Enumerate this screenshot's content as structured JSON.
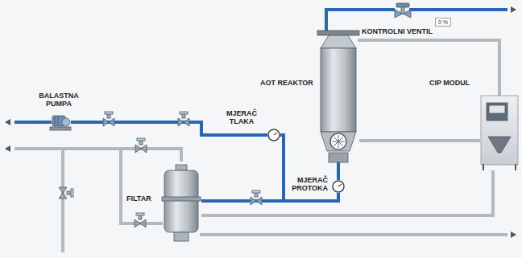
{
  "diagram": {
    "nodes": [
      {
        "text": [
          "KONTROLNI VENTIL"
        ]
      },
      {
        "text": [
          "BALASTNA PUMPA"
        ]
      },
      {
        "text": [
          "AOT REAKTOR"
        ]
      },
      {
        "text": [
          "CIP MODUL"
        ]
      },
      {
        "text": [
          "MJERAČ TLAKA"
        ]
      },
      {
        "text": [
          "MJERAČ PROTOKA"
        ]
      },
      {
        "text": [
          "FILTAR"
        ]
      }
    ],
    "edges": [
      {
        "from": 1,
        "to": 4,
        "arrow": "none"
      },
      {
        "from": 4,
        "to": 5,
        "arrow": "none"
      },
      {
        "from": 6,
        "to": 5,
        "arrow": "none"
      },
      {
        "from": 5,
        "to": 2,
        "arrow": "none"
      },
      {
        "from": 2,
        "to": 0,
        "arrow": "none"
      },
      {
        "from": 2,
        "to": 3,
        "arrow": "none"
      },
      {
        "from": 6,
        "to": 3,
        "arrow": "none"
      }
    ],
    "labels": [
      "0 %"
    ]
  }
}
